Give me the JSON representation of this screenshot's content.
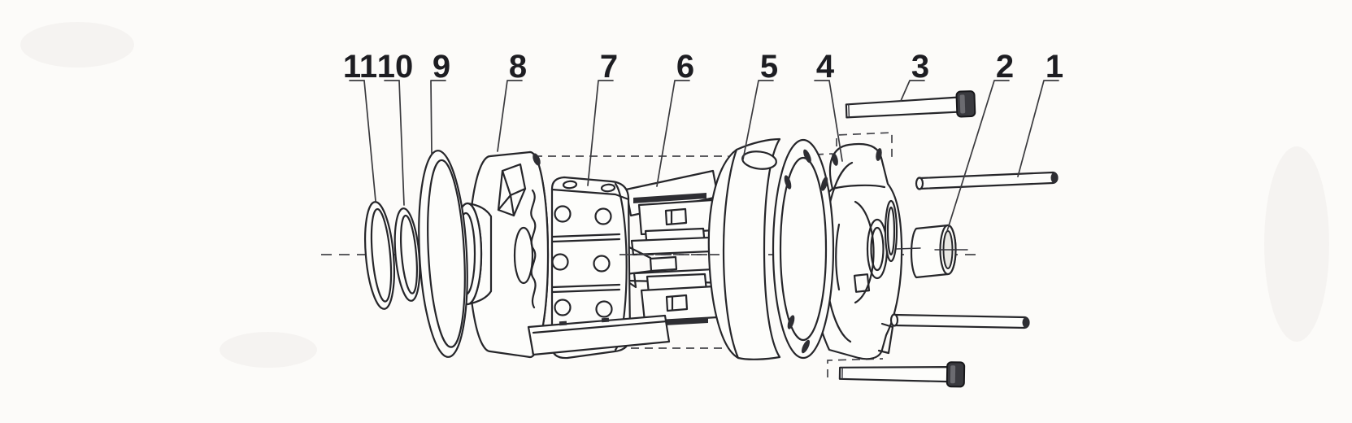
{
  "figure": {
    "title": "exploded-assembly-drawing",
    "background_color": "#fcfbf9",
    "ink_color": "#26262a",
    "callouts": [
      {
        "label": "1"
      },
      {
        "label": "2"
      },
      {
        "label": "3"
      },
      {
        "label": "4"
      },
      {
        "label": "5"
      },
      {
        "label": "6"
      },
      {
        "label": "7"
      },
      {
        "label": "8"
      },
      {
        "label": "9"
      },
      {
        "label": "10"
      },
      {
        "label": "11"
      }
    ]
  }
}
